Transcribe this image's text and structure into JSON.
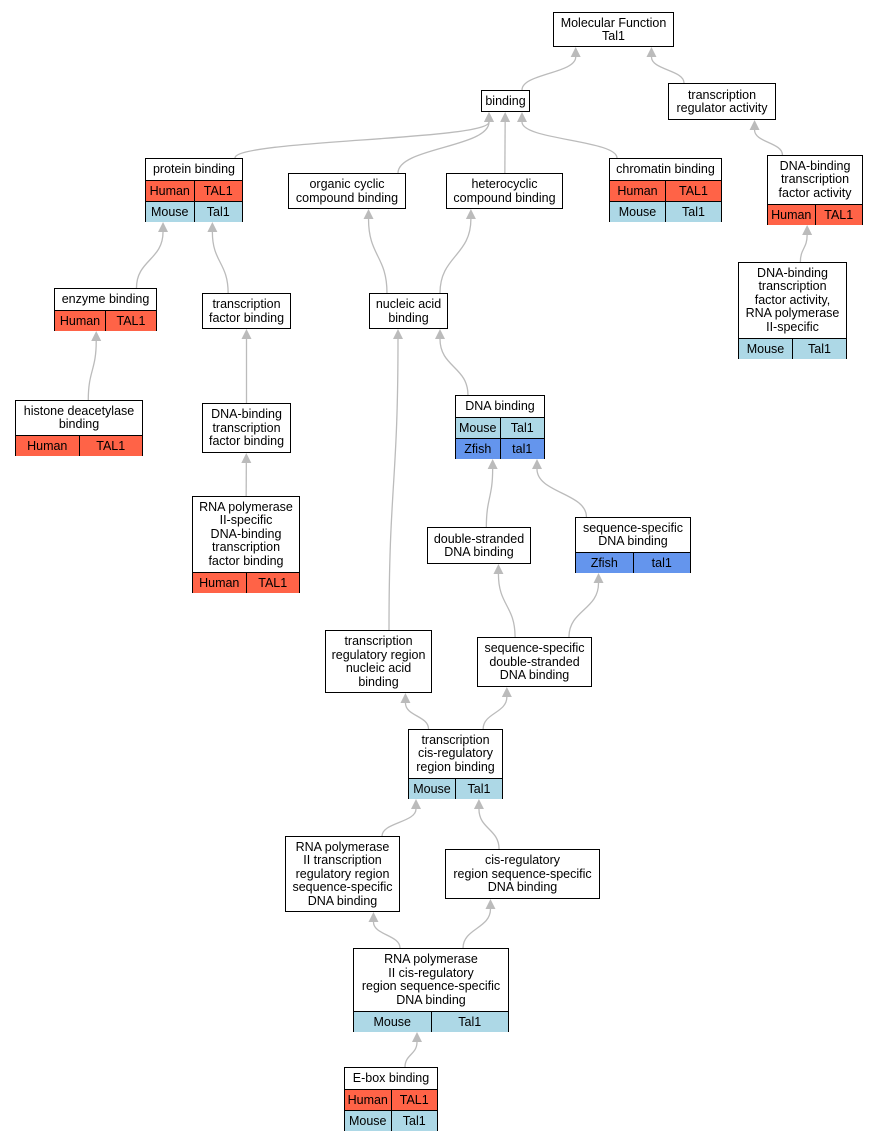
{
  "colors": {
    "human": "#ff6347",
    "mouse": "#add8e6",
    "zfish": "#6495ed",
    "edge": "#bbbbbb"
  },
  "nodes": [
    {
      "id": "mf",
      "label": "Molecular Function\nTal1",
      "rows": []
    },
    {
      "id": "binding",
      "label": "binding",
      "rows": []
    },
    {
      "id": "tra",
      "label": "transcription\nregulator activity",
      "rows": []
    },
    {
      "id": "protein",
      "label": "protein binding",
      "rows": [
        {
          "org": "Human",
          "gene": "TAL1",
          "color": "human"
        },
        {
          "org": "Mouse",
          "gene": "Tal1",
          "color": "mouse"
        }
      ]
    },
    {
      "id": "organic",
      "label": "organic cyclic\ncompound binding",
      "rows": []
    },
    {
      "id": "hetero",
      "label": "heterocyclic\ncompound binding",
      "rows": []
    },
    {
      "id": "chromatin",
      "label": "chromatin binding",
      "rows": [
        {
          "org": "Human",
          "gene": "TAL1",
          "color": "human"
        },
        {
          "org": "Mouse",
          "gene": "Tal1",
          "color": "mouse"
        }
      ]
    },
    {
      "id": "dbtfa",
      "label": "DNA-binding\ntranscription\nfactor activity",
      "rows": [
        {
          "org": "Human",
          "gene": "TAL1",
          "color": "human"
        }
      ]
    },
    {
      "id": "enzyme",
      "label": "enzyme binding",
      "rows": [
        {
          "org": "Human",
          "gene": "TAL1",
          "color": "human"
        }
      ]
    },
    {
      "id": "tfb",
      "label": "transcription\nfactor binding",
      "rows": []
    },
    {
      "id": "nucleic",
      "label": "nucleic acid\nbinding",
      "rows": []
    },
    {
      "id": "dbtfa_pol2",
      "label": "DNA-binding\ntranscription\nfactor activity,\nRNA polymerase\nII-specific",
      "rows": [
        {
          "org": "Mouse",
          "gene": "Tal1",
          "color": "mouse"
        }
      ]
    },
    {
      "id": "hdac",
      "label": "histone deacetylase\nbinding",
      "rows": [
        {
          "org": "Human",
          "gene": "TAL1",
          "color": "human"
        }
      ]
    },
    {
      "id": "dbtfb",
      "label": "DNA-binding\ntranscription\nfactor binding",
      "rows": []
    },
    {
      "id": "dna",
      "label": "DNA binding",
      "rows": [
        {
          "org": "Mouse",
          "gene": "Tal1",
          "color": "mouse"
        },
        {
          "org": "Zfish",
          "gene": "tal1",
          "color": "zfish"
        }
      ]
    },
    {
      "id": "rnap2_dbtfb",
      "label": "RNA polymerase\nII-specific\nDNA-binding\ntranscription\nfactor binding",
      "rows": [
        {
          "org": "Human",
          "gene": "TAL1",
          "color": "human"
        }
      ]
    },
    {
      "id": "ds",
      "label": "double-stranded\nDNA binding",
      "rows": []
    },
    {
      "id": "ss",
      "label": "sequence-specific\nDNA binding",
      "rows": [
        {
          "org": "Zfish",
          "gene": "tal1",
          "color": "zfish"
        }
      ]
    },
    {
      "id": "trr",
      "label": "transcription\nregulatory region\nnucleic acid\nbinding",
      "rows": []
    },
    {
      "id": "ssds",
      "label": "sequence-specific\ndouble-stranded\nDNA binding",
      "rows": []
    },
    {
      "id": "tcrr",
      "label": "transcription\ncis-regulatory\nregion binding",
      "rows": [
        {
          "org": "Mouse",
          "gene": "Tal1",
          "color": "mouse"
        }
      ]
    },
    {
      "id": "rnap2_trr",
      "label": "RNA polymerase\nII transcription\nregulatory region\nsequence-specific\nDNA binding",
      "rows": []
    },
    {
      "id": "crrss",
      "label": "cis-regulatory\nregion sequence-specific\nDNA binding",
      "rows": []
    },
    {
      "id": "rnap2_crr",
      "label": "RNA polymerase\nII cis-regulatory\nregion sequence-specific\nDNA binding",
      "rows": [
        {
          "org": "Mouse",
          "gene": "Tal1",
          "color": "mouse"
        }
      ]
    },
    {
      "id": "ebox",
      "label": "E-box binding",
      "rows": [
        {
          "org": "Human",
          "gene": "TAL1",
          "color": "human"
        },
        {
          "org": "Mouse",
          "gene": "Tal1",
          "color": "mouse"
        }
      ]
    }
  ],
  "edges": [
    {
      "from": "binding",
      "to": "mf"
    },
    {
      "from": "tra",
      "to": "mf"
    },
    {
      "from": "protein",
      "to": "binding"
    },
    {
      "from": "organic",
      "to": "binding"
    },
    {
      "from": "hetero",
      "to": "binding"
    },
    {
      "from": "chromatin",
      "to": "binding"
    },
    {
      "from": "dbtfa",
      "to": "tra"
    },
    {
      "from": "enzyme",
      "to": "protein"
    },
    {
      "from": "tfb",
      "to": "protein"
    },
    {
      "from": "nucleic",
      "to": "organic"
    },
    {
      "from": "nucleic",
      "to": "hetero"
    },
    {
      "from": "dbtfa_pol2",
      "to": "dbtfa"
    },
    {
      "from": "hdac",
      "to": "enzyme"
    },
    {
      "from": "dbtfb",
      "to": "tfb"
    },
    {
      "from": "dna",
      "to": "nucleic"
    },
    {
      "from": "rnap2_dbtfb",
      "to": "dbtfb"
    },
    {
      "from": "ds",
      "to": "dna"
    },
    {
      "from": "ss",
      "to": "dna"
    },
    {
      "from": "trr",
      "to": "nucleic"
    },
    {
      "from": "ssds",
      "to": "ds"
    },
    {
      "from": "ssds",
      "to": "ss"
    },
    {
      "from": "tcrr",
      "to": "trr"
    },
    {
      "from": "tcrr",
      "to": "ssds"
    },
    {
      "from": "rnap2_trr",
      "to": "tcrr"
    },
    {
      "from": "crrss",
      "to": "tcrr"
    },
    {
      "from": "rnap2_crr",
      "to": "rnap2_trr"
    },
    {
      "from": "rnap2_crr",
      "to": "crrss"
    },
    {
      "from": "ebox",
      "to": "rnap2_crr"
    }
  ]
}
